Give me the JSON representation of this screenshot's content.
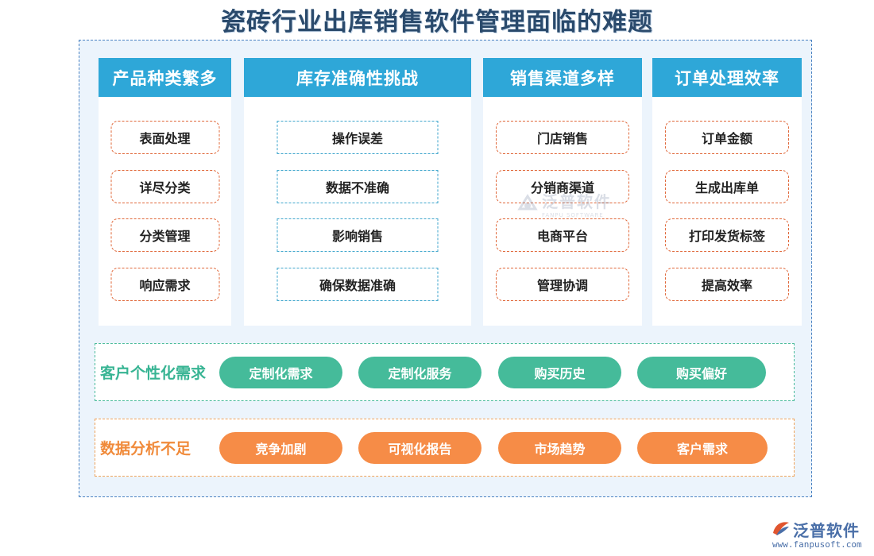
{
  "title": "瓷砖行业出库销售软件管理面临的难题",
  "columns": [
    {
      "header": "产品种类繁多",
      "items": [
        "表面处理",
        "详尽分类",
        "分类管理",
        "响应需求"
      ]
    },
    {
      "header": "库存准确性挑战",
      "items": [
        "操作误差",
        "数据不准确",
        "影响销售",
        "确保数据准确"
      ]
    },
    {
      "header": "销售渠道多样",
      "items": [
        "门店销售",
        "分销商渠道",
        "电商平台",
        "管理协调"
      ]
    },
    {
      "header": "订单处理效率",
      "items": [
        "订单金额",
        "生成出库单",
        "打印发货标签",
        "提高效率"
      ]
    }
  ],
  "bands": [
    {
      "label": "客户个性化需求",
      "pills": [
        "定制化需求",
        "定制化服务",
        "购买历史",
        "购买偏好"
      ]
    },
    {
      "label": "数据分析不足",
      "pills": [
        "竞争加剧",
        "可视化报告",
        "市场趋势",
        "客户需求"
      ]
    }
  ],
  "watermark": {
    "name": "泛普软件",
    "sub": "FANPU SOFTWARE"
  },
  "logo": {
    "name": "泛普软件",
    "url": "www.fanpusoft.com"
  },
  "colors": {
    "header_blue": "#2ea7d8",
    "frame_bg": "#ecf4fc",
    "orange_border": "#e0683a",
    "blue_border": "#3fa6cc",
    "green_pill": "#45bb9a",
    "orange_pill": "#f68c47"
  }
}
